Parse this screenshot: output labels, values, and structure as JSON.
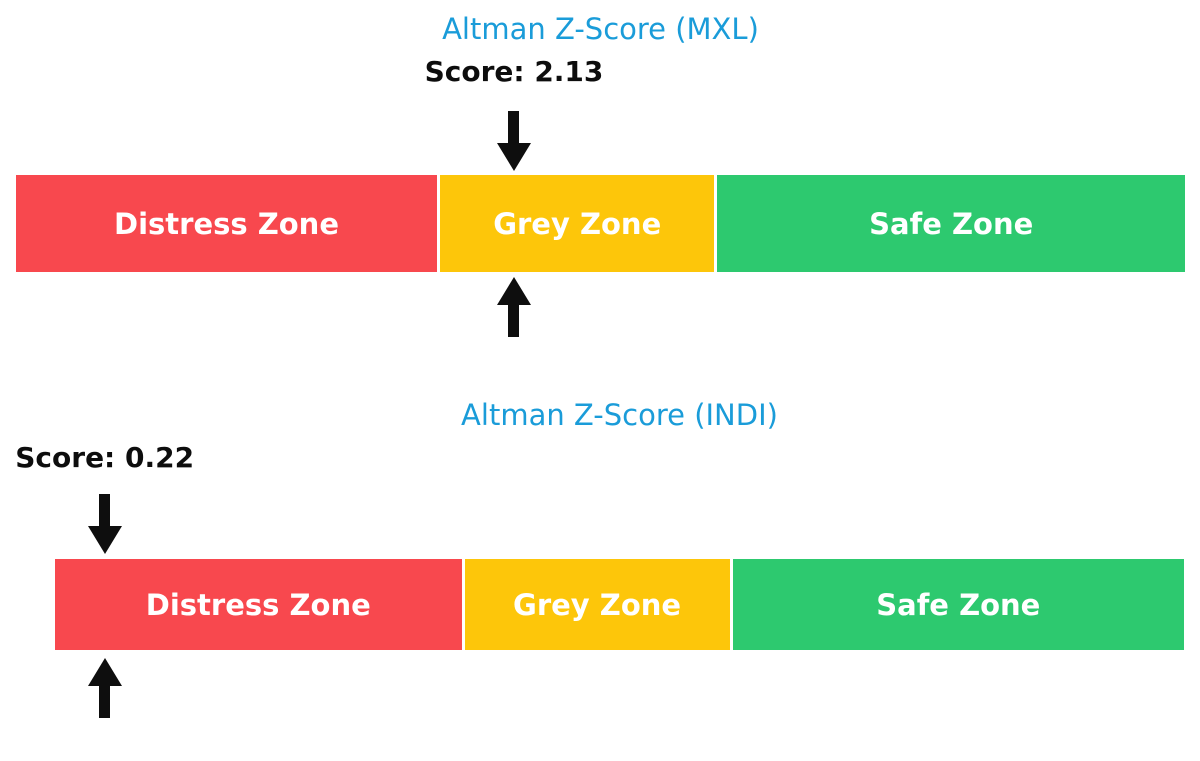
{
  "page": {
    "background": "#ffffff",
    "text_color": "#0d0d0d"
  },
  "icons": {
    "score_pointer_above": "arrow-down-icon",
    "score_pointer_below": "arrow-up-icon"
  },
  "chart_data": [
    {
      "type": "bar",
      "title": "Altman Z-Score (MXL)",
      "title_color": "#1a9cd9",
      "score": 2.13,
      "score_label": "Score: 2.13",
      "xlim": [
        0,
        5
      ],
      "legend_position": "none",
      "grid": false,
      "zones": [
        {
          "label": "Distress Zone",
          "min": 0,
          "max": 1.81,
          "color": "#f8484e"
        },
        {
          "label": "Grey Zone",
          "min": 1.81,
          "max": 2.99,
          "color": "#fdc60a"
        },
        {
          "label": "Safe Zone",
          "min": 2.99,
          "max": 5,
          "color": "#2dc96f"
        }
      ],
      "marker_zone": "Grey Zone"
    },
    {
      "type": "bar",
      "title": "Altman Z-Score (INDI)",
      "title_color": "#1a9cd9",
      "score": 0.22,
      "score_label": "Score: 0.22",
      "xlim": [
        0,
        5
      ],
      "legend_position": "none",
      "grid": false,
      "zones": [
        {
          "label": "Distress Zone",
          "min": 0,
          "max": 1.81,
          "color": "#f8484e"
        },
        {
          "label": "Grey Zone",
          "min": 1.81,
          "max": 2.99,
          "color": "#fdc60a"
        },
        {
          "label": "Safe Zone",
          "min": 2.99,
          "max": 5,
          "color": "#2dc96f"
        }
      ],
      "marker_zone": "Distress Zone"
    }
  ]
}
